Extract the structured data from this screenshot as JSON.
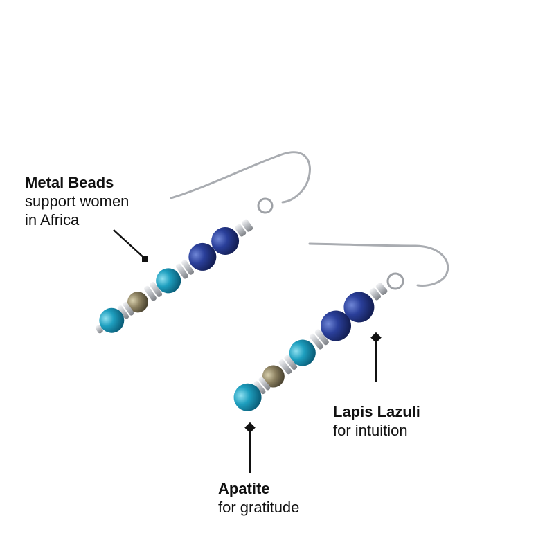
{
  "annotations": {
    "metal_beads": {
      "title": "Metal Beads",
      "line1": "support women",
      "line2": "in Africa"
    },
    "lapis_lazuli": {
      "title": "Lapis Lazuli",
      "line1": "for intuition"
    },
    "apatite": {
      "title": "Apatite",
      "line1": "for gratitude"
    }
  },
  "colors": {
    "background": "#ffffff",
    "text": "#111111",
    "lapis": "#2a3f9a",
    "apatite": "#1e9fbf",
    "pyrite": "#8b8060",
    "silver": "#c9cbcf"
  },
  "image": {
    "subject": "pair of beaded drop earrings with silver hooks",
    "icons": [
      "silver-hook-icon",
      "lapis-bead-icon",
      "apatite-bead-icon",
      "pyrite-bead-icon",
      "metal-spacer-icon"
    ]
  }
}
